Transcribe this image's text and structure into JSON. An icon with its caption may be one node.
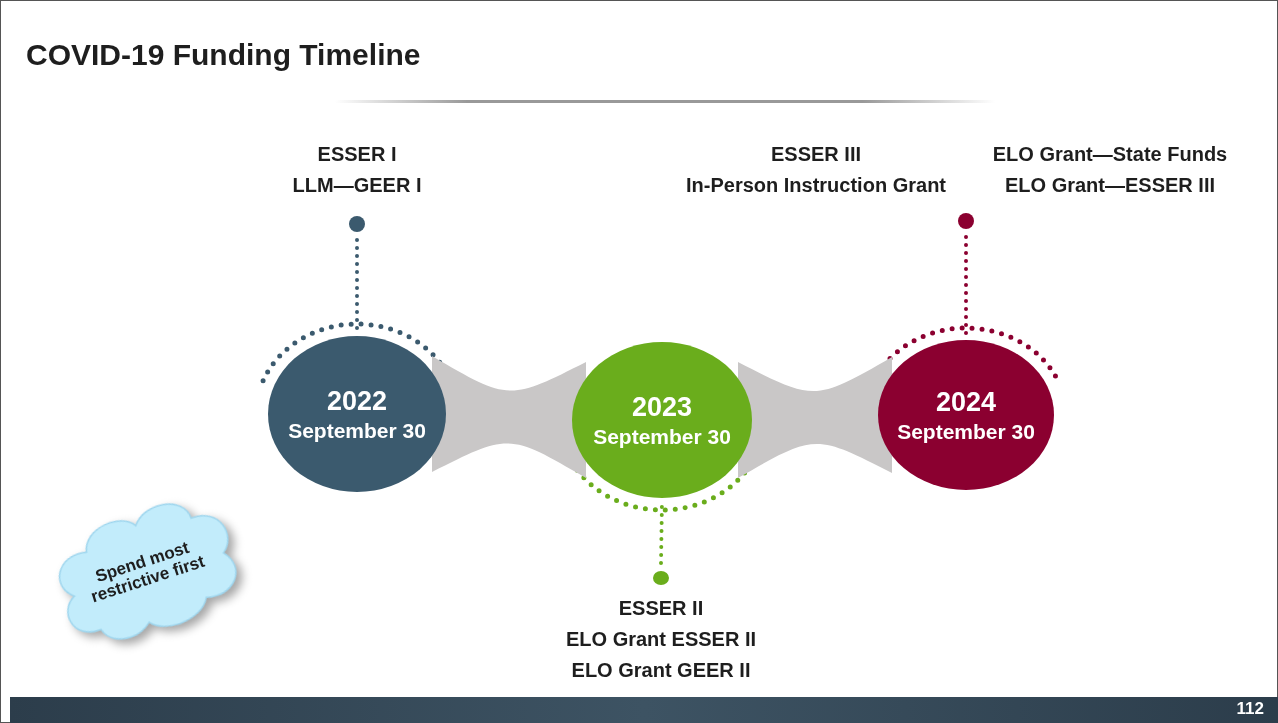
{
  "diagram": {
    "title": "COVID-19 Funding Timeline",
    "nodes": [
      {
        "text": [
          "2022",
          "September 30"
        ]
      },
      {
        "text": [],
        "shape": "circle",
        "beside": [
          "ESSER I",
          "LLM—GEER I"
        ]
      },
      {
        "text": [
          "2023",
          "September 30"
        ]
      },
      {
        "text": [],
        "shape": "circle",
        "beside": [
          "ESSER II",
          "ELO Grant ESSER II",
          "ELO Grant GEER II"
        ]
      },
      {
        "text": [
          "2024",
          "September 30"
        ]
      },
      {
        "text": [],
        "shape": "circle",
        "beside": [
          "ESSER III",
          "In-Person Instruction Grant",
          "ELO Grant—State Funds",
          "ELO Grant—ESSER III"
        ]
      },
      {
        "text": [
          "Spend most restrictive first"
        ]
      }
    ],
    "edges": [
      {
        "from": 0,
        "to": 2,
        "arrow": "none",
        "style": "thick",
        "color": "#c9c7c7"
      },
      {
        "from": 2,
        "to": 4,
        "arrow": "none",
        "style": "thick",
        "color": "#c9c7c7"
      },
      {
        "from": 1,
        "to": 0,
        "arrow": "none",
        "style": "dashed",
        "color": "#3b5a6e"
      },
      {
        "from": 3,
        "to": 2,
        "arrow": "none",
        "style": "dashed",
        "color": "#6aad1c"
      },
      {
        "from": 5,
        "to": 4,
        "arrow": "none",
        "style": "dashed",
        "color": "#8b0030"
      }
    ],
    "labels": [
      "112"
    ]
  }
}
